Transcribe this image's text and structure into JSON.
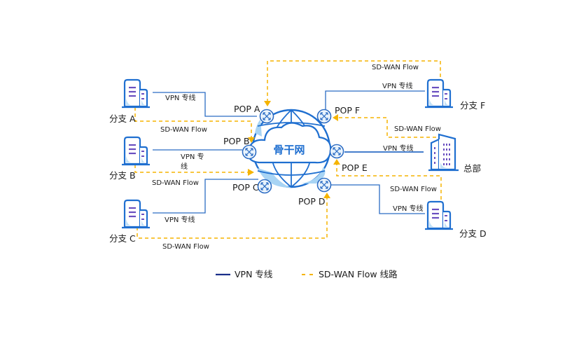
{
  "core": {
    "label": "骨干网"
  },
  "pops": [
    {
      "id": "A",
      "label": "POP  A"
    },
    {
      "id": "B",
      "label": "POP  B"
    },
    {
      "id": "C",
      "label": "POP  C"
    },
    {
      "id": "D",
      "label": "POP  D"
    },
    {
      "id": "E",
      "label": "POP E"
    },
    {
      "id": "F",
      "label": "POP F"
    }
  ],
  "sites": [
    {
      "id": "A",
      "label": "分支 A",
      "type": "branch"
    },
    {
      "id": "B",
      "label": "分支 B",
      "type": "branch"
    },
    {
      "id": "C",
      "label": "分支 C",
      "type": "branch"
    },
    {
      "id": "D",
      "label": "分支 D",
      "type": "branch"
    },
    {
      "id": "F",
      "label": "分支 F",
      "type": "branch"
    },
    {
      "id": "HQ",
      "label": "总部",
      "type": "headquarters"
    }
  ],
  "links": {
    "vpn_a": "VPN 专线",
    "vpn_b_line1": "VPN 专",
    "vpn_b_line2": "线",
    "vpn_c": "VPN 专线",
    "vpn_d": "VPN 专线",
    "vpn_e": "VPN 专线",
    "vpn_f": "VPN 专线",
    "sdwan_a": "SD-WAN Flow",
    "sdwan_b": "SD-WAN Flow",
    "sdwan_c": "SD-WAN Flow",
    "sdwan_d": "SD-WAN Flow",
    "sdwan_f_top": "SD-WAN Flow",
    "sdwan_f": "SD-WAN Flow"
  },
  "legend": {
    "vpn": "VPN 专线",
    "sdwan": "SD-WAN Flow 线路"
  },
  "colors": {
    "vpn_line": "#2b6cc4",
    "sdwan_line": "#f5b400",
    "building_outline": "#1f6fd0",
    "building_accent": "#6a4fc0",
    "legend_vpn": "#1a2f8a"
  }
}
